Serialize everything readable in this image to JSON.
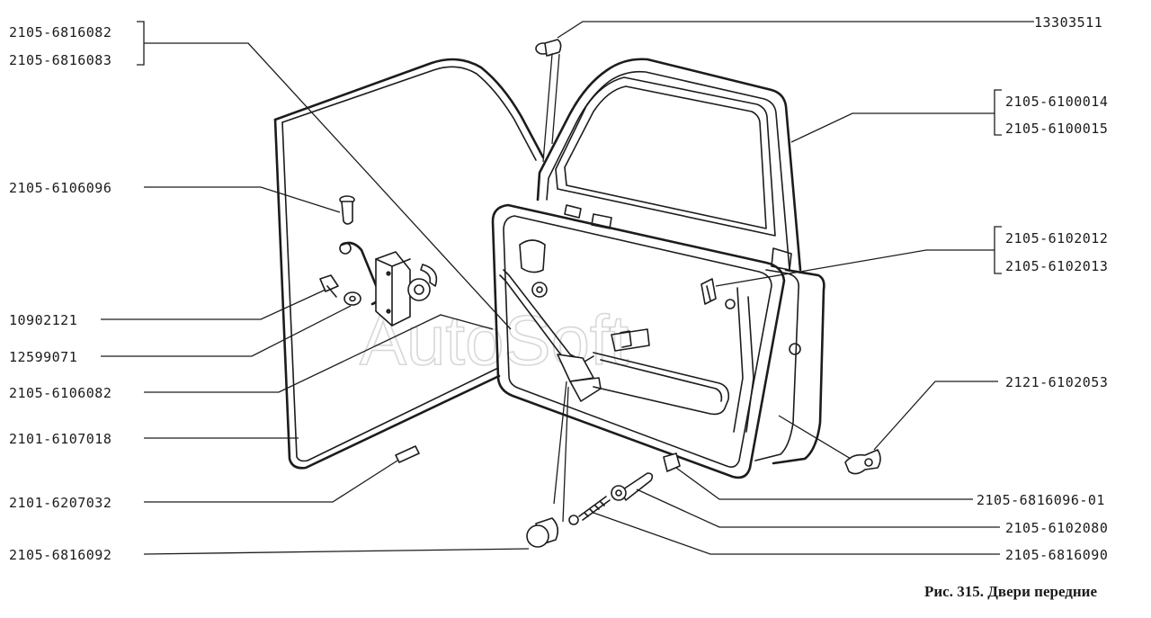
{
  "labels_left": [
    "2105-6816082",
    "2105-6816083",
    "2105-6106096",
    "10902121",
    "12599071",
    "2105-6106082",
    "2101-6107018",
    "2101-6207032",
    "2105-6816092"
  ],
  "labels_right": [
    "13303511",
    "2105-6100014",
    "2105-6100015",
    "2105-6102012",
    "2105-6102013",
    "2121-6102053",
    "2105-6816096-01",
    "2105-6102080",
    "2105-6816090"
  ],
  "caption": "Рис. 315. Двери передние",
  "watermark": "AutoSoft"
}
